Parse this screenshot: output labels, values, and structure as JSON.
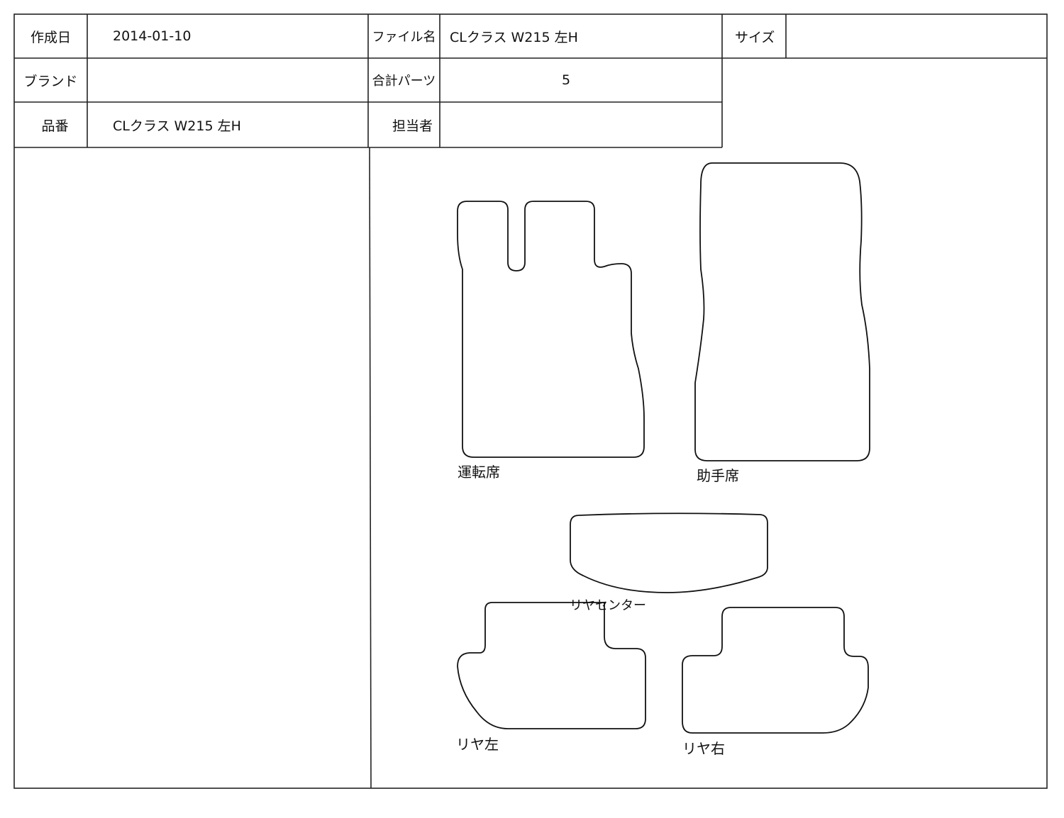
{
  "header": {
    "created_label": "作成日",
    "created_value": "2014-01-10",
    "filename_label": "ファイル名",
    "filename_value": "CLクラス W215 左H",
    "size_label": "サイズ",
    "size_value": "",
    "brand_label": "ブランド",
    "brand_value": "",
    "total_parts_label": "合計パーツ",
    "total_parts_value": "5",
    "part_number_label": "品番",
    "part_number_value": "CLクラス W215 左H",
    "person_label": "担当者",
    "person_value": ""
  },
  "parts": {
    "driver": "運転席",
    "passenger": "助手席",
    "rear_center": "リヤセンター",
    "rear_left": "リヤ左",
    "rear_right": "リヤ右"
  }
}
